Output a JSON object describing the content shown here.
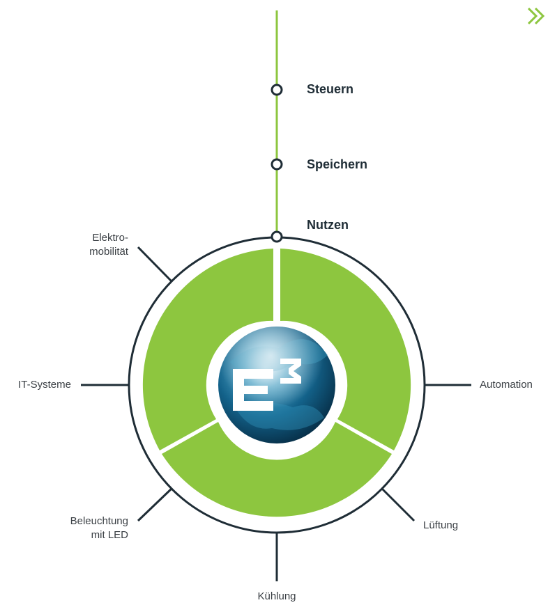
{
  "steps": [
    {
      "label": "Steuern"
    },
    {
      "label": "Speichern"
    },
    {
      "label": "Nutzen"
    }
  ],
  "areas": {
    "elektromobilitaet": {
      "line1": "Elektro-",
      "line2": "mobilität"
    },
    "it_systeme": {
      "label": "IT-Systeme"
    },
    "automation": {
      "label": "Automation"
    },
    "beleuchtung": {
      "line1": "Beleuchtung",
      "line2": "mit LED"
    },
    "lueftung": {
      "label": "Lüftung"
    },
    "kuehlung": {
      "label": "Kühlung"
    }
  },
  "logo": {
    "text": "E³"
  },
  "next_icon": "double-chevron-right-icon",
  "colors": {
    "green": "#8dc63f",
    "dark": "#1f2d36",
    "accent_green": "#8dc63f"
  }
}
